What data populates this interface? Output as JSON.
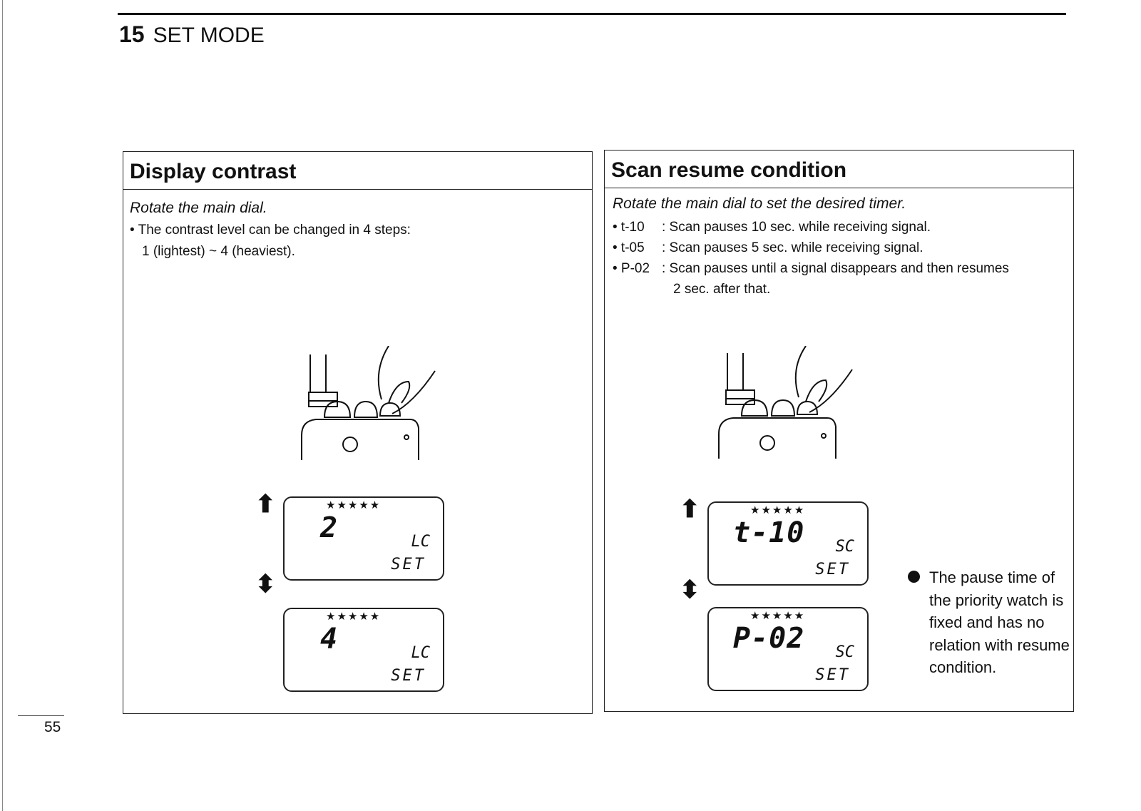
{
  "header": {
    "section_number": "15",
    "section_title": "SET MODE"
  },
  "left_panel": {
    "title": "Display contrast",
    "instruction": "Rotate the main dial.",
    "lines": [
      "• The contrast level can be changed in 4 steps:",
      "1 (lightest) ~ 4 (heaviest)."
    ],
    "displays": [
      {
        "stars": "★★★★★",
        "value": "2",
        "mode": "LC",
        "set": "SET"
      },
      {
        "stars": "★★★★★",
        "value": "4",
        "mode": "LC",
        "set": "SET"
      }
    ]
  },
  "right_panel": {
    "title": "Scan resume condition",
    "instruction": "Rotate the main dial to set the desired timer.",
    "options": [
      {
        "code": "• t-10",
        "desc": ": Scan pauses 10 sec. while receiving signal."
      },
      {
        "code": "• t-05",
        "desc": ": Scan pauses 5 sec. while receiving signal."
      },
      {
        "code": "• P-02",
        "desc": ": Scan pauses until a signal disappears and then resumes"
      }
    ],
    "option_continuation": "2 sec. after that.",
    "displays": [
      {
        "stars": "★★★★★",
        "value": "t-10",
        "mode": "SC",
        "set": "SET"
      },
      {
        "stars": "★★★★★",
        "value": "P-02",
        "mode": "SC",
        "set": "SET"
      }
    ],
    "note": "The pause time of the priority watch is fixed and has no relation with resume condition."
  },
  "page_number": "55"
}
